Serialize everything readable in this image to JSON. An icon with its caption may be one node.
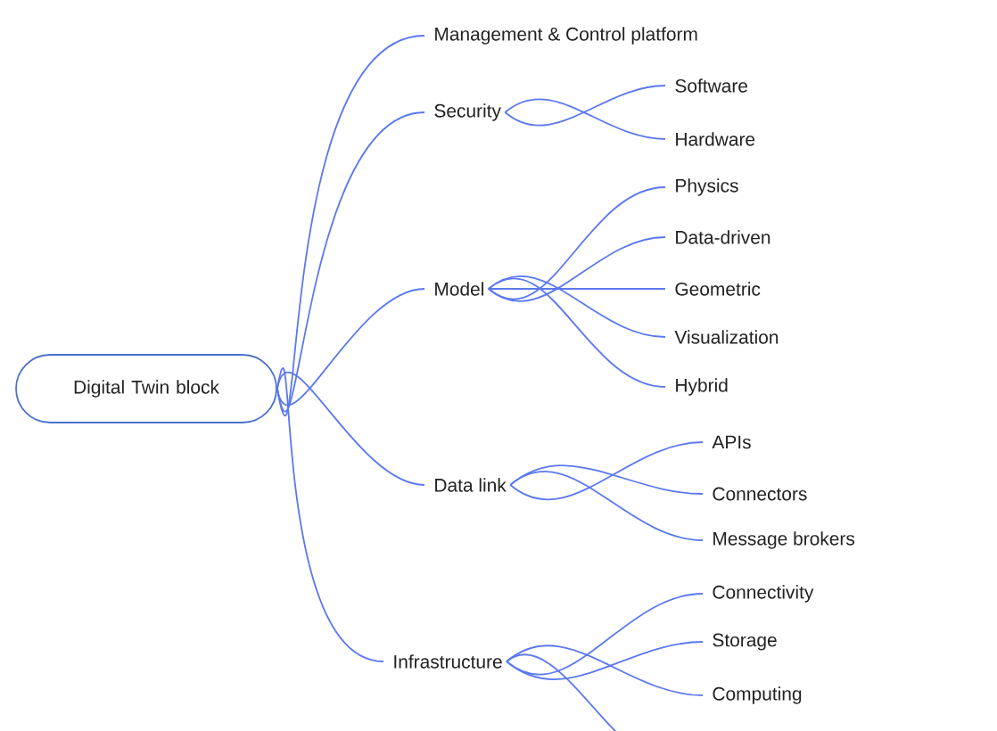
{
  "diagram": {
    "nodes": [
      {
        "text": [
          "Digital Twin block"
        ]
      },
      {
        "text": [
          "Management & Control platform"
        ]
      },
      {
        "text": [
          "Security"
        ]
      },
      {
        "text": [
          "Software"
        ]
      },
      {
        "text": [
          "Hardware"
        ]
      },
      {
        "text": [
          "Model"
        ]
      },
      {
        "text": [
          "Physics"
        ]
      },
      {
        "text": [
          "Data-driven"
        ]
      },
      {
        "text": [
          "Geometric"
        ]
      },
      {
        "text": [
          "Visualization"
        ]
      },
      {
        "text": [
          "Hybrid"
        ]
      },
      {
        "text": [
          "Data link"
        ]
      },
      {
        "text": [
          "APIs"
        ]
      },
      {
        "text": [
          "Connectors"
        ]
      },
      {
        "text": [
          "Message brokers"
        ]
      },
      {
        "text": [
          "Infrastructure"
        ]
      },
      {
        "text": [
          "Connectivity"
        ]
      },
      {
        "text": [
          "Storage"
        ]
      },
      {
        "text": [
          "Computing"
        ]
      }
    ],
    "edges": [
      {
        "from": 0,
        "to": 1,
        "arrow": "none"
      },
      {
        "from": 0,
        "to": 2,
        "arrow": "none"
      },
      {
        "from": 2,
        "to": 3,
        "arrow": "none"
      },
      {
        "from": 2,
        "to": 4,
        "arrow": "none"
      },
      {
        "from": 0,
        "to": 5,
        "arrow": "none"
      },
      {
        "from": 5,
        "to": 6,
        "arrow": "none"
      },
      {
        "from": 5,
        "to": 7,
        "arrow": "none"
      },
      {
        "from": 5,
        "to": 8,
        "arrow": "none"
      },
      {
        "from": 5,
        "to": 9,
        "arrow": "none"
      },
      {
        "from": 5,
        "to": 10,
        "arrow": "none"
      },
      {
        "from": 0,
        "to": 11,
        "arrow": "none"
      },
      {
        "from": 11,
        "to": 12,
        "arrow": "none"
      },
      {
        "from": 11,
        "to": 13,
        "arrow": "none"
      },
      {
        "from": 11,
        "to": 14,
        "arrow": "none"
      },
      {
        "from": 0,
        "to": 15,
        "arrow": "none"
      },
      {
        "from": 15,
        "to": 16,
        "arrow": "none"
      },
      {
        "from": 15,
        "to": 17,
        "arrow": "none"
      },
      {
        "from": 15,
        "to": 18,
        "arrow": "none"
      },
      {
        "from": 15,
        "to": null,
        "arrow": "none"
      }
    ]
  }
}
